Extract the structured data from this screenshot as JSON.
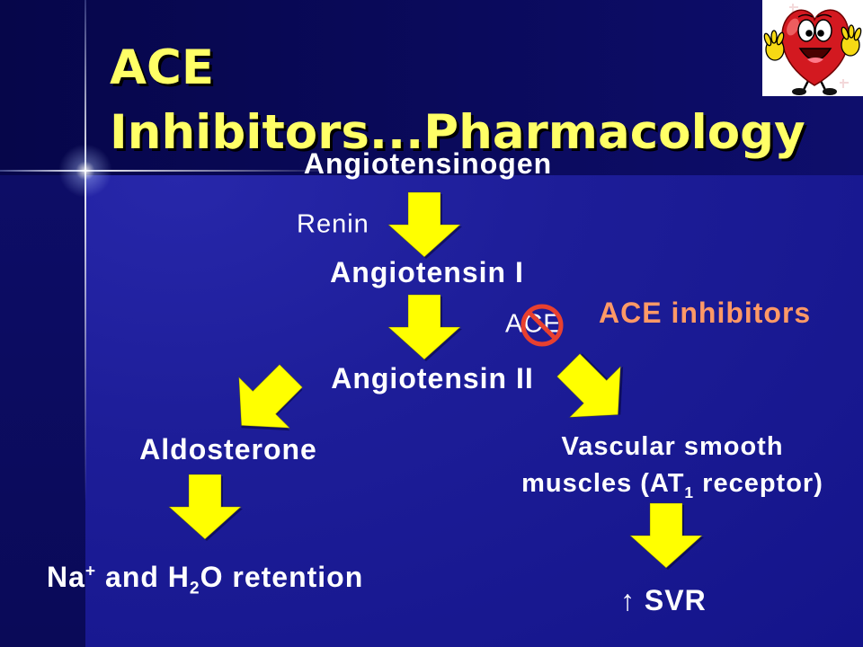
{
  "slide": {
    "title": {
      "line1": "ACE",
      "line2": "Inhibitors...Pharmacology"
    }
  },
  "diagram": {
    "angiotensinogen": "Angiotensinogen",
    "renin": "Renin",
    "angiotensin_1": "Angiotensin I",
    "ace": "ACE",
    "ace_inhibitors": "ACE inhibitors",
    "angiotensin_2": "Angiotensin II",
    "aldosterone": "Aldosterone",
    "vascular": {
      "line1": "Vascular smooth",
      "line2_a": "muscles (AT",
      "line2_sub": "1",
      "line2_b": " receptor)"
    },
    "retention": {
      "a": "Na",
      "sup": "+",
      "b": " and H",
      "sub": "2",
      "c": "O retention"
    },
    "svr": "↑ SVR"
  },
  "icons": {
    "mascot": "heart-mascot",
    "inhibition": "no-symbol-icon",
    "arrows": "down-arrow-icon"
  },
  "colors": {
    "title": "#ffff66",
    "arrow": "#ffff00",
    "inhibitor": "#ff9966",
    "no_symbol": "#e8402f",
    "label": "#ffffff"
  }
}
